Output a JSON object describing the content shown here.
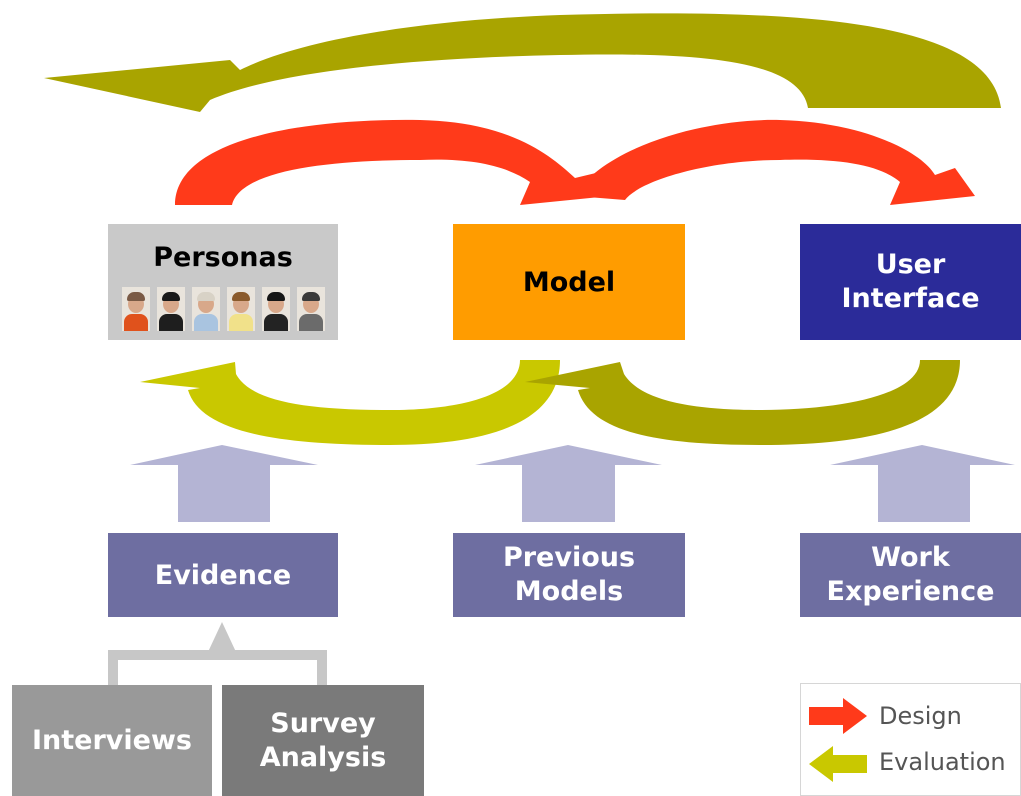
{
  "boxes": {
    "personas": {
      "label": "Personas"
    },
    "model": {
      "label": "Model"
    },
    "user_interface": {
      "line1": "User",
      "line2": "Interface"
    },
    "evidence": {
      "label": "Evidence"
    },
    "previous_models": {
      "line1": "Previous",
      "line2": "Models"
    },
    "work_experience": {
      "line1": "Work",
      "line2": "Experience"
    },
    "interviews": {
      "label": "Interviews"
    },
    "survey_analysis": {
      "line1": "Survey",
      "line2": "Analysis"
    }
  },
  "legend": {
    "design": {
      "label": "Design",
      "color": "#ff3a1a"
    },
    "evaluation": {
      "label": "Evaluation",
      "color": "#c9c800"
    }
  },
  "colors": {
    "design_arrow": "#ff3a1a",
    "evaluation_arrow": "#c9c800",
    "evaluation_arrow_dark": "#a9a400",
    "input_arrow": "#b4b4d4",
    "connector": "#c7c7c7"
  },
  "persona_photos": [
    {
      "icon": "person-photo-icon",
      "hair": "#7a5a45",
      "shirt": "#e0521c"
    },
    {
      "icon": "person-photo-icon",
      "hair": "#1a1a1a",
      "shirt": "#1e1e1e"
    },
    {
      "icon": "person-photo-icon",
      "hair": "#d8d2c6",
      "shirt": "#a9c4e0"
    },
    {
      "icon": "person-photo-icon",
      "hair": "#8a5a2c",
      "shirt": "#f1e18a"
    },
    {
      "icon": "person-photo-icon",
      "hair": "#161616",
      "shirt": "#232323"
    },
    {
      "icon": "person-photo-icon",
      "hair": "#3a3a3a",
      "shirt": "#6b6b6b"
    }
  ]
}
